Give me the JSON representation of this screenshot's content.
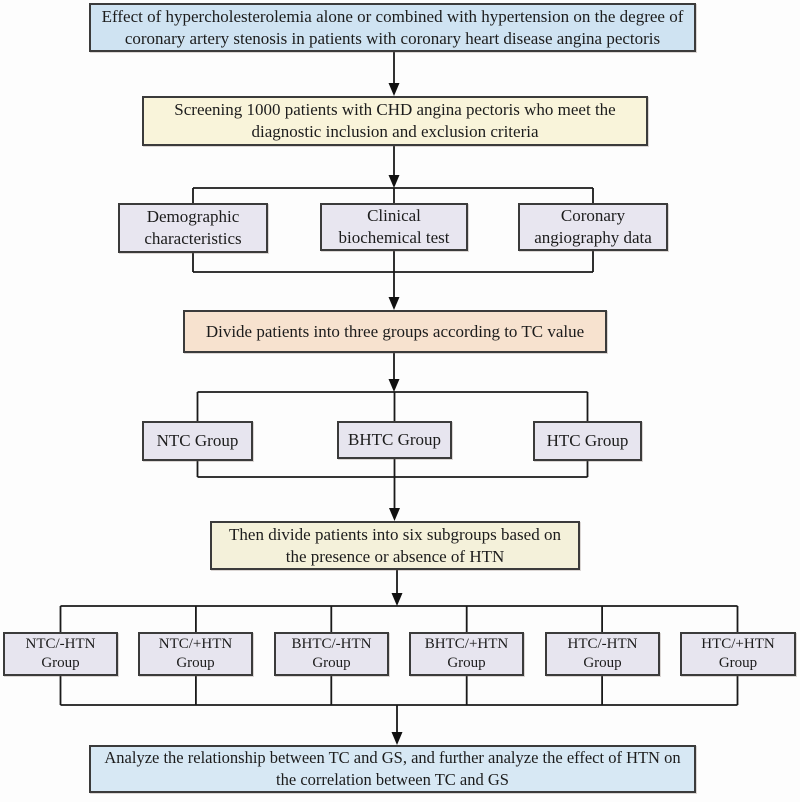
{
  "diagram": {
    "nodes": {
      "title": "Effect of hypercholesterolemia alone or combined with hypertension on the degree of coronary artery stenosis in patients with coronary heart disease angina pectoris",
      "screening": "Screening 1000 patients with CHD angina pectoris who meet the diagnostic inclusion and exclusion criteria",
      "inputs": [
        "Demographic characteristics",
        "Clinical biochemical test",
        "Coronary angiography data"
      ],
      "divide_tc": "Divide patients into three groups according to TC value",
      "tc_groups": [
        "NTC Group",
        "BHTC Group",
        "HTC Group"
      ],
      "divide_htn": "Then divide patients into six subgroups based on the presence or absence of HTN",
      "subgroups": [
        {
          "line1": "NTC/-HTN",
          "line2": "Group"
        },
        {
          "line1": "NTC/+HTN",
          "line2": "Group"
        },
        {
          "line1": "BHTC/-HTN",
          "line2": "Group"
        },
        {
          "line1": "BHTC/+HTN",
          "line2": "Group"
        },
        {
          "line1": "HTC/-HTN",
          "line2": "Group"
        },
        {
          "line1": "HTC/+HTN",
          "line2": "Group"
        }
      ],
      "analysis": "Analyze the relationship between TC and GS, and further analyze the effect of HTN on the correlation between TC and GS"
    },
    "colors": {
      "light_blue": "#cfe3f2",
      "cream": "#f9f4da",
      "lavender": "#e8e6f0",
      "peach": "#f7e2cf",
      "cream_pale": "#f4f1da",
      "lavender_pale": "#e7e5ef",
      "light_blue2": "#d7e8f4",
      "line_color": "#1a1a1a",
      "border_color": "#3b3b3b"
    }
  }
}
